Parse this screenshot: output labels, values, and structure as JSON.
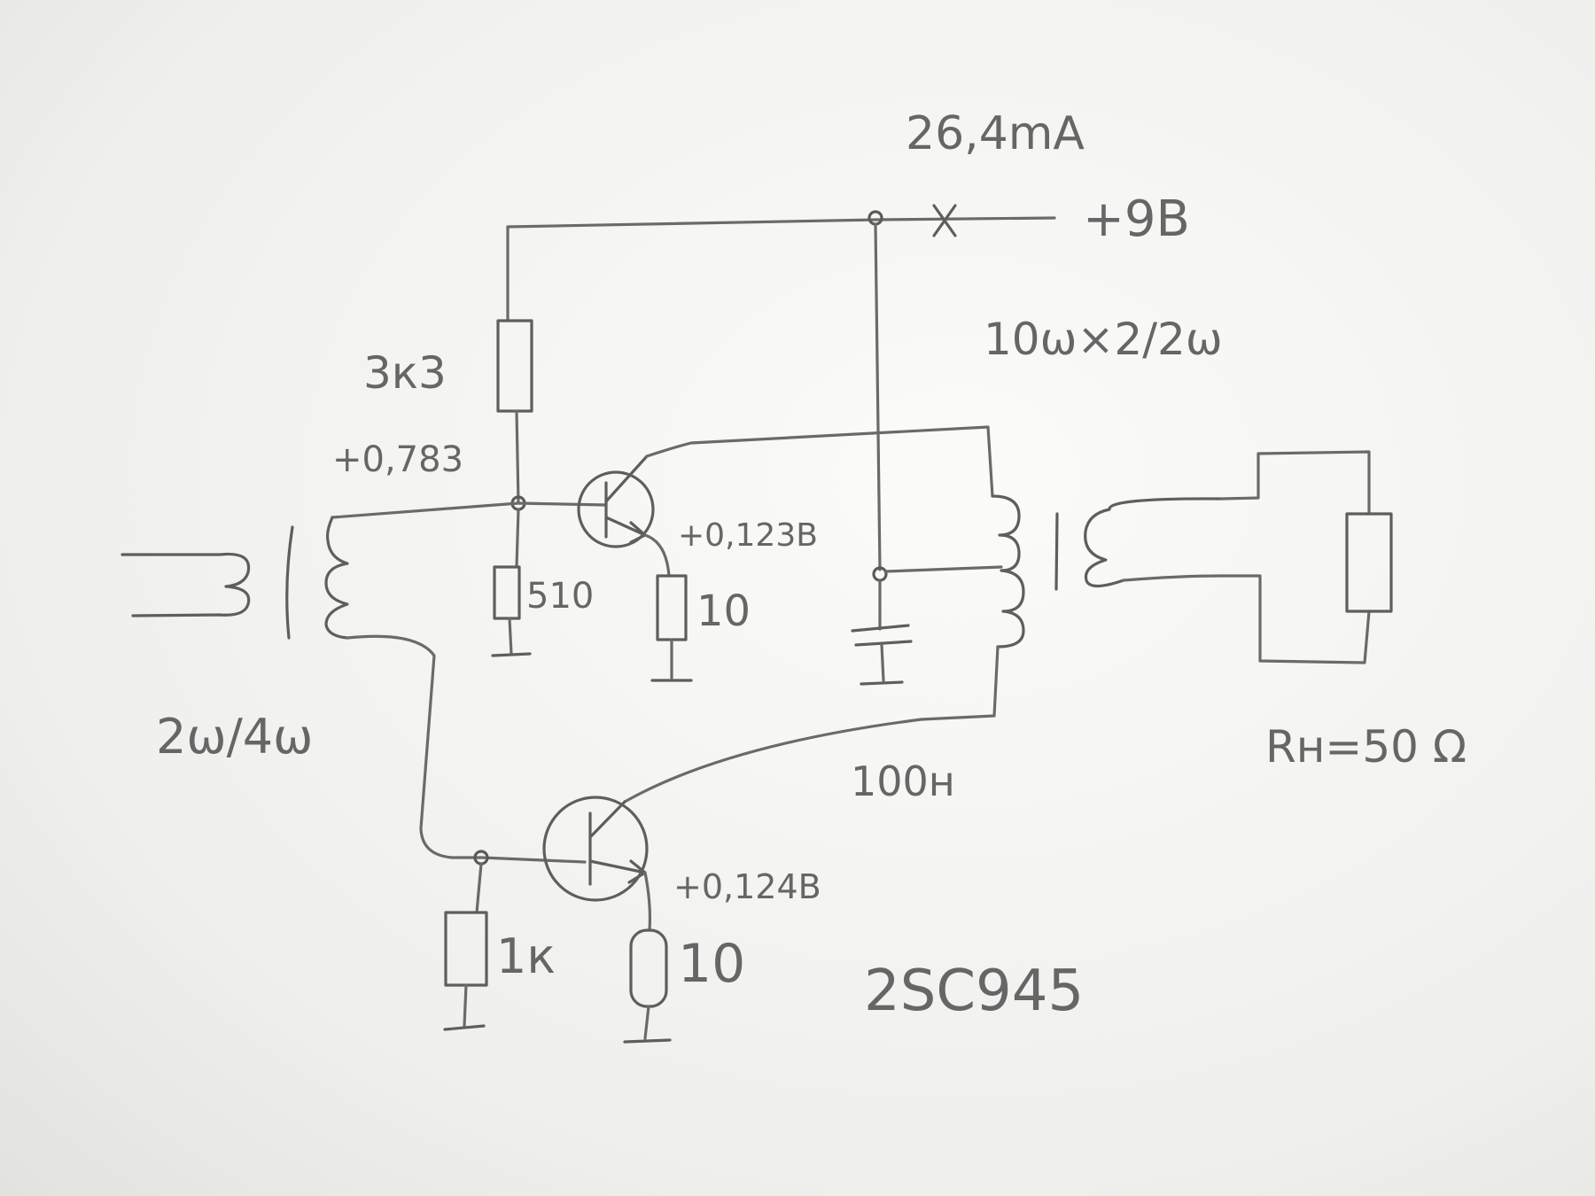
{
  "labels": {
    "current": "26,4mA",
    "supply": "+9В",
    "r_top": "3к3",
    "base_voltage": "+0,783",
    "output_transformer": "10ω×2/2ω",
    "emitter_voltage_top": "+0,123В",
    "r_510": "510",
    "r_10_top": "10",
    "input_transformer": "2ω/4ω",
    "capacitor": "100н",
    "load": "Rн=50 Ω",
    "emitter_voltage_bottom": "+0,124В",
    "r_1k": "1к",
    "r_10_bottom": "10",
    "transistor": "2SC945"
  },
  "colors": {
    "ink": "#5e5e5e",
    "paper": "#f4f4f2"
  }
}
